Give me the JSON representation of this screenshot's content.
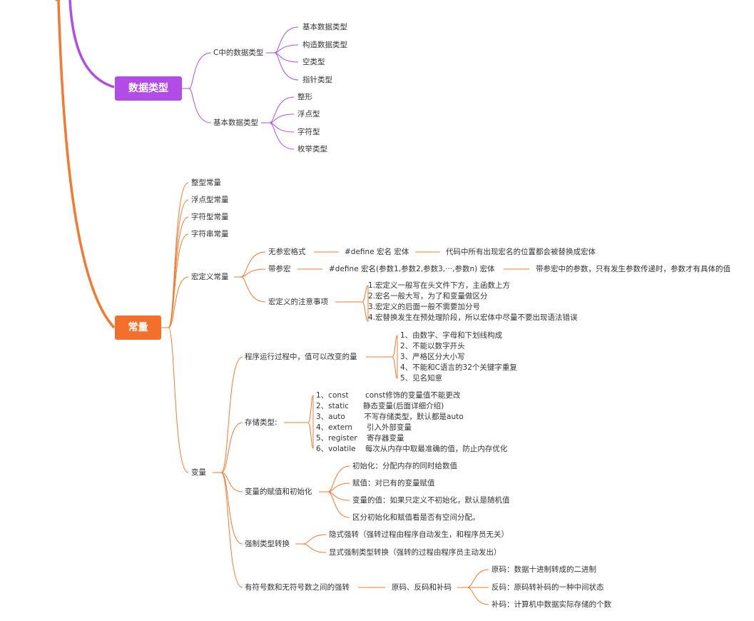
{
  "colors": {
    "purple": "#b14ce6",
    "orange": "#f7782d",
    "hub_orange": "#f56f2c",
    "text": "#333333"
  },
  "datatype": {
    "title": "数据类型",
    "c_types": {
      "label": "C中的数据类型",
      "items": [
        "基本数据类型",
        "构造数据类型",
        "空类型",
        "指针类型"
      ]
    },
    "basic_types": {
      "label": "基本数据类型",
      "items": [
        "整形",
        "浮点型",
        "字符型",
        "枚举类型"
      ]
    }
  },
  "constant": {
    "title": "常量",
    "simple": [
      "整型常量",
      "浮点型常量",
      "字符型常量",
      "字符串常量"
    ],
    "macro": {
      "label": "宏定义常量",
      "no_param": {
        "label": "无参宏格式",
        "syntax": "#define 宏名 宏体",
        "desc": "代码中所有出现宏名的位置都会被替换成宏体"
      },
      "with_param": {
        "label": "带参宏",
        "syntax": "#define 宏名(参数1,参数2,参数3,···,参数n)   宏体",
        "desc": "带参宏中的参数，只有发生参数传递时，参数才有具体的值"
      },
      "notes": {
        "label": "宏定义的注意事项",
        "lines": [
          "1.宏定义一般写在头文件下方，主函数上方",
          "2.宏名一般大写，为了和变量做区分",
          "3.宏定义的后面一般不需要加分号",
          "4.宏替换发生在预处理阶段，所以宏体中尽量不要出现语法错误"
        ]
      }
    },
    "variable": {
      "label": "变量",
      "def": {
        "label": "程序运行过程中，值可以改变的量",
        "lines": [
          "1、由数字、字母和下划线构成",
          "2、不能以数字开头",
          "3、严格区分大小写",
          "4、不能和C语言的32个关键字重复",
          "5、见名知意"
        ]
      },
      "storage": {
        "label": "存储类型:",
        "lines": [
          "1、const       const修饰的变量值不能更改",
          "2、static      静态变量(后面详细介绍)",
          "3、auto        不写存储类型，默认都是auto",
          "4、extern      引入外部变量",
          "5、register    寄存器变量",
          "6、volatile    每次从内存中取最准确的值，防止内存优化"
        ]
      },
      "assign": {
        "label": "变量的赋值和初始化",
        "items": [
          "初始化：分配内存的同时给数值",
          "赋值：对已有的变量赋值",
          "变量的值：如果只定义不初始化，默认是随机值",
          "区分初始化和赋值看是否有空间分配。"
        ]
      },
      "cast": {
        "label": "强制类型转换",
        "items": [
          "隐式强转（强转过程由程序自动发生，和程序员无关）",
          "显式强制类型转换（强转的过程由程序员主动发出）"
        ]
      },
      "signed": {
        "label": "有符号数和无符号数之间的强转",
        "mid": "原码、反码和补码",
        "items": [
          "原码：数据十进制转成的二进制",
          "反码：原码转补码的一种中间状态",
          "补码：计算机中数据实际存储的个数"
        ]
      }
    }
  }
}
